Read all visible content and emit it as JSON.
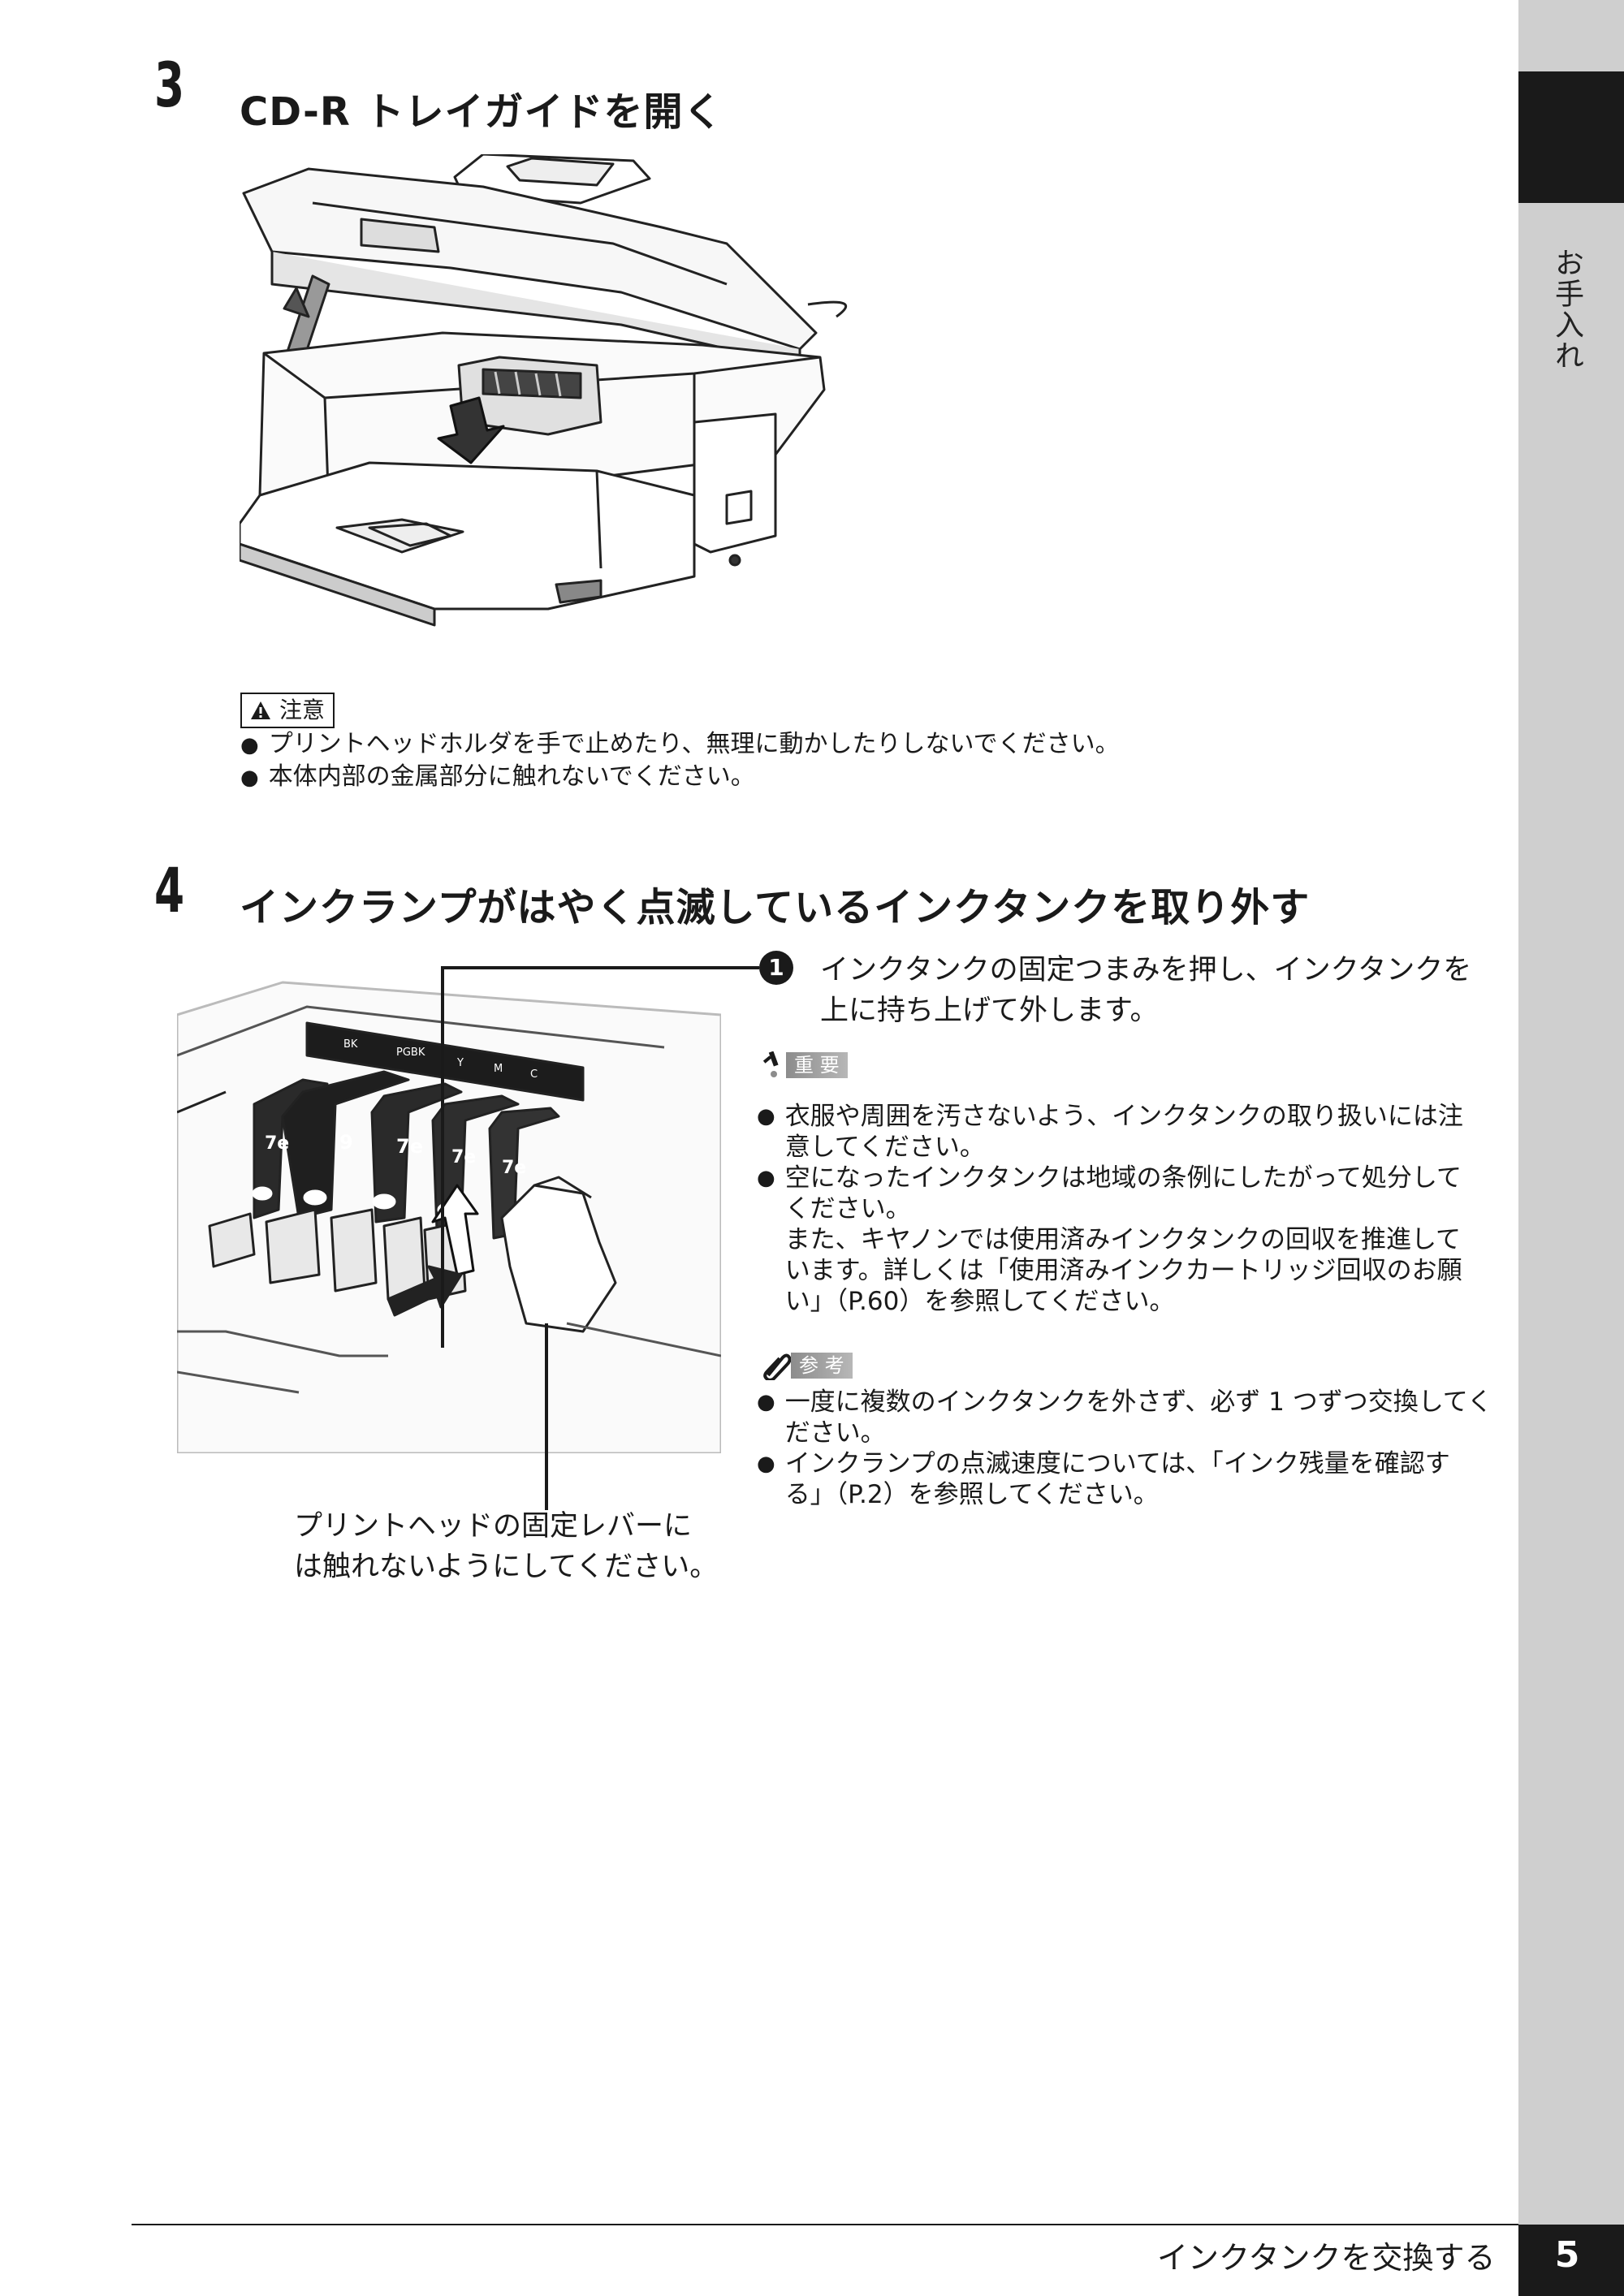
{
  "side_tab": {
    "label": "お手入れ"
  },
  "step3": {
    "number": "3",
    "title": "CD-R トレイガイドを開く",
    "caution": {
      "label": "注意",
      "items": [
        "プリントヘッドホルダを手で止めたり、無理に動かしたりしないでください。",
        "本体内部の金属部分に触れないでください。"
      ]
    }
  },
  "step4": {
    "number": "4",
    "title": "インクランプがはやく点滅しているインクタンクを取り外す",
    "callout_marker": "1",
    "instruction_lines": [
      "インクタンクの固定つまみを押し、インクタンクを",
      "上に持ち上げて外します。"
    ],
    "image_caption_lines": [
      "プリントヘッドの固定レバーに",
      "は触れないようにしてください。"
    ],
    "tank_labels": [
      "BK",
      "PGBK",
      "Y",
      "M",
      "C"
    ],
    "tank_front_labels": [
      "7e",
      "9",
      "7e",
      "7e",
      "7e"
    ],
    "important": {
      "label": "重 要",
      "items": [
        [
          "衣服や周囲を汚さないよう、インクタンクの取り扱いには注",
          "意してください。"
        ],
        [
          "空になったインクタンクは地域の条例にしたがって処分して",
          "ください。",
          "また、キヤノンでは使用済みインクタンクの回収を推進して",
          "います。詳しくは「使用済みインクカートリッジ回収のお願",
          "い」（P.60）を参照してください。"
        ]
      ]
    },
    "reference": {
      "label": "参 考",
      "items": [
        [
          "一度に複数のインクタンクを外さず、必ず 1 つずつ交換してく",
          "ださい。"
        ],
        [
          "インクランプの点滅速度については、「インク残量を確認す",
          "る」（P.2）を参照してください。"
        ]
      ]
    }
  },
  "footer": {
    "section_title": "インクタンクを交換する",
    "page_number": "5"
  }
}
